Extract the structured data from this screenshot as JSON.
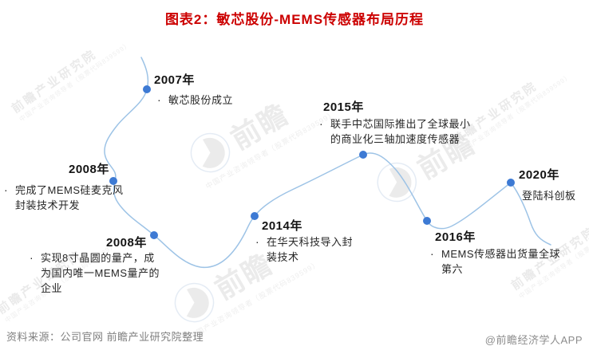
{
  "title": "图表2：敏芯股份-MEMS传感器布局历程",
  "bullet": "·",
  "colors": {
    "title_red": "#cc0000",
    "curve_blue": "#9dc3e6",
    "dot_blue": "#3d7ad4",
    "text_dark": "#262626",
    "footer_gray": "#7f7f7f",
    "watermark_gray": "#d9d9d9"
  },
  "timeline": {
    "milestones": [
      {
        "year": "2007年",
        "lines": [
          "敏芯股份成立"
        ]
      },
      {
        "year": "2008年",
        "lines": [
          "完成了MEMS硅麦克风",
          "封装技术开发"
        ]
      },
      {
        "year": "2008年",
        "lines": [
          "实现8寸晶圆的量产，成",
          "为国内唯一MEMS量产的",
          "企业"
        ]
      },
      {
        "year": "2014年",
        "lines": [
          "在华天科技导入封",
          "装技术"
        ]
      },
      {
        "year": "2015年",
        "lines": [
          "联手中芯国际推出了全球最小",
          "的商业化三轴加速度传感器"
        ]
      },
      {
        "year": "2016年",
        "lines": [
          "MEMS传感器出货量全球",
          "第六"
        ]
      },
      {
        "year": "2020年",
        "lines": [
          "登陆科创板"
        ]
      }
    ]
  },
  "footer": {
    "source": "资料来源：公司官网 前瞻产业研究院整理",
    "credit": "@前瞻经济学人APP"
  },
  "watermark": {
    "institute": "前瞻产业研究院",
    "brand": "前瞻",
    "tagline": "中国产业咨询领导者（股票代码839599）"
  }
}
